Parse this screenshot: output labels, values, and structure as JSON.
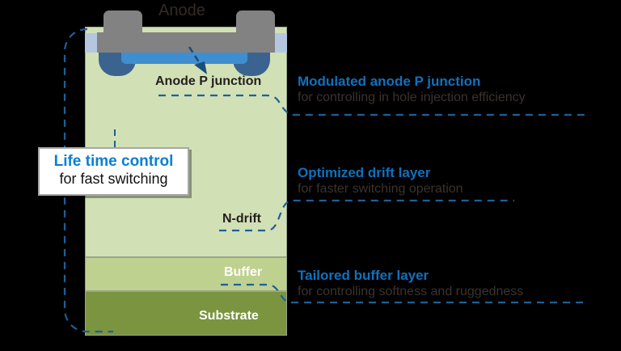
{
  "diagram": {
    "title": "Anode",
    "device": {
      "layers": [
        {
          "name": "N-drift",
          "label": "N-drift",
          "color": "#d2e0b6"
        },
        {
          "name": "Buffer",
          "label": "Buffer",
          "color": "#bfd18f"
        },
        {
          "name": "Substrate",
          "label": "Substrate",
          "color": "#7a9440"
        }
      ],
      "electrode": {
        "label": "Anode",
        "color": "#828282"
      },
      "oxide_color": "#b5c7e0",
      "pwell_color": "#3a6390",
      "pjunction_color": "#3f8ed0",
      "pjunction_label": "Anode P junction"
    },
    "callout": {
      "line1": "Life time control",
      "line2": "for fast switching",
      "accent": "#0a7fd4"
    },
    "annotations": [
      {
        "heading": "Modulated anode P junction",
        "subtitle": "for controlling in hole injection efficiency"
      },
      {
        "heading": "Optimized drift layer",
        "subtitle": "for faster switching operation"
      },
      {
        "heading": "Tailored buffer layer",
        "subtitle": "for controlling softness and ruggedness"
      }
    ],
    "accent_color": "#1071bd",
    "dash_color": "#1f5f96"
  }
}
